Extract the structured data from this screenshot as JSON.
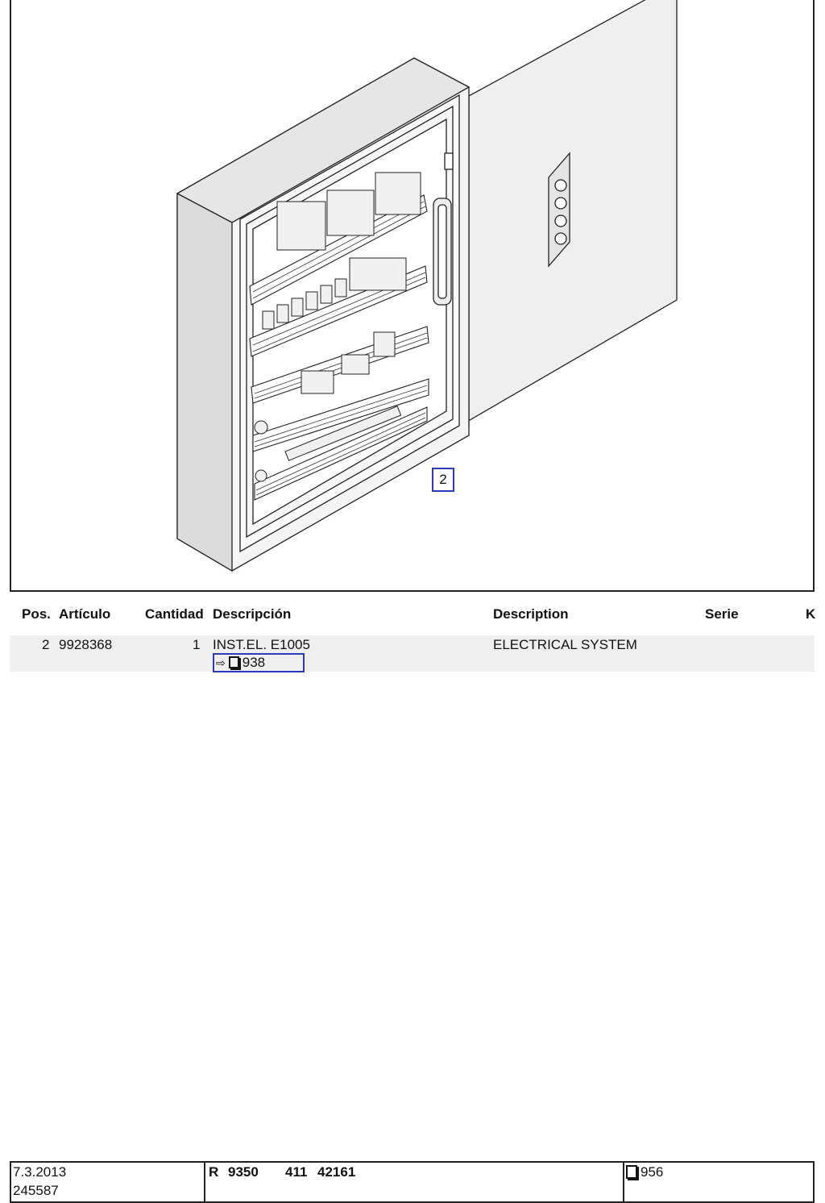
{
  "drawing": {
    "callout_label": "2"
  },
  "table": {
    "headers": {
      "pos": "Pos.",
      "articulo": "Artículo",
      "cantidad": "Cantidad",
      "descripcion": "Descripción",
      "description": "Description",
      "serie": "Serie",
      "k": "K"
    },
    "rows": [
      {
        "pos": "2",
        "articulo": "9928368",
        "cantidad": "1",
        "descripcion": "INST.EL. E1005",
        "description": "ELECTRICAL SYSTEM",
        "ref_icon": "arrow-book-icon",
        "ref_page": "938"
      }
    ]
  },
  "footer": {
    "date": "7.3.2013",
    "doc_number": "245587",
    "code_r": "R",
    "code_1": "9350",
    "code_2": "411",
    "code_3": "42161",
    "page_icon": "book-icon",
    "page": "956"
  }
}
